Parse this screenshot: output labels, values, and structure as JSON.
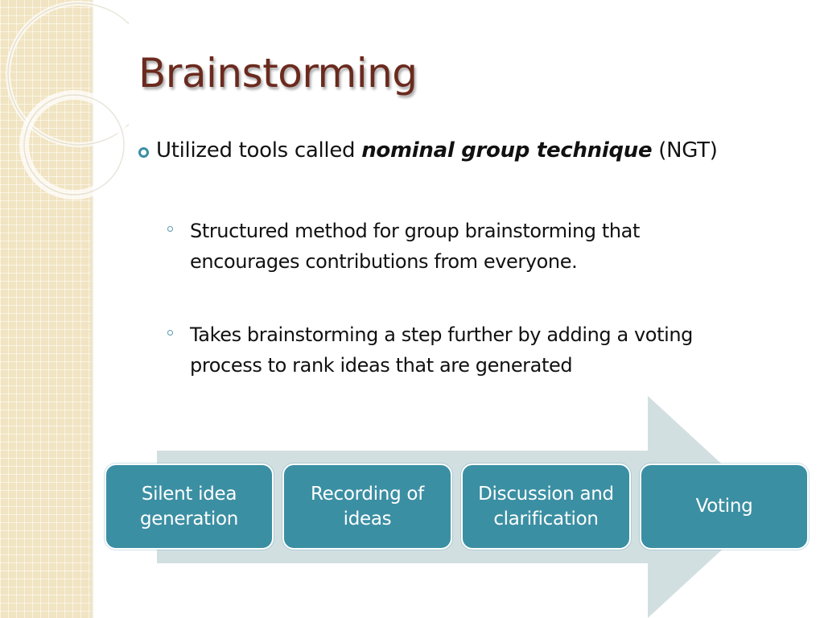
{
  "slide": {
    "title": "Brainstorming",
    "bullet": {
      "prefix": "Utilized tools called ",
      "emphasis": "nominal group technique",
      "suffix": " (NGT)"
    },
    "sub_bullets": [
      "Structured method for group brainstorming that encourages contributions from everyone.",
      "Takes brainstorming a step further by adding a voting process to rank ideas that are generated"
    ]
  },
  "process": {
    "steps": [
      "Silent idea generation",
      "Recording of ideas",
      "Discussion and clarification",
      "Voting"
    ]
  },
  "colors": {
    "title": "#6b2a1e",
    "accent": "#3b8fa3",
    "arrow": "#d2dfe1",
    "side_panel": "#f1e4c2"
  }
}
